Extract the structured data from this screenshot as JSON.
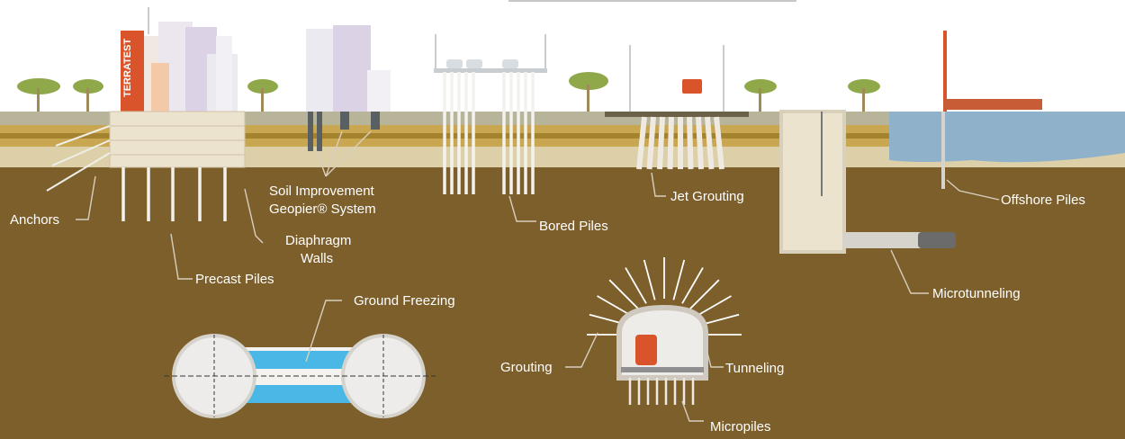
{
  "logo": {
    "text": "TERRATEST"
  },
  "labels": {
    "anchors": "Anchors",
    "precast_piles": "Precast Piles",
    "diaphragm_walls_line1": "Diaphragm",
    "diaphragm_walls_line2": "Walls",
    "soil_improvement_line1": "Soil Improvement",
    "soil_improvement_line2": "Geopier® System",
    "bored_piles": "Bored Piles",
    "jet_grouting": "Jet Grouting",
    "offshore_piles": "Offshore Piles",
    "microtunneling": "Microtunneling",
    "ground_freezing": "Ground Freezing",
    "grouting": "Grouting",
    "tunneling": "Tunneling",
    "micropiles": "Micropiles"
  },
  "colors": {
    "soil_deep": "#7d5f2c",
    "soil_mid": "#c9a650",
    "soil_sand": "#ddd0a8",
    "ground_surface": "#b8b49a",
    "water": "#8fb1c9",
    "freeze": "#49b8e6",
    "accent_orange": "#d9542a",
    "label_text": "#ffffff"
  }
}
